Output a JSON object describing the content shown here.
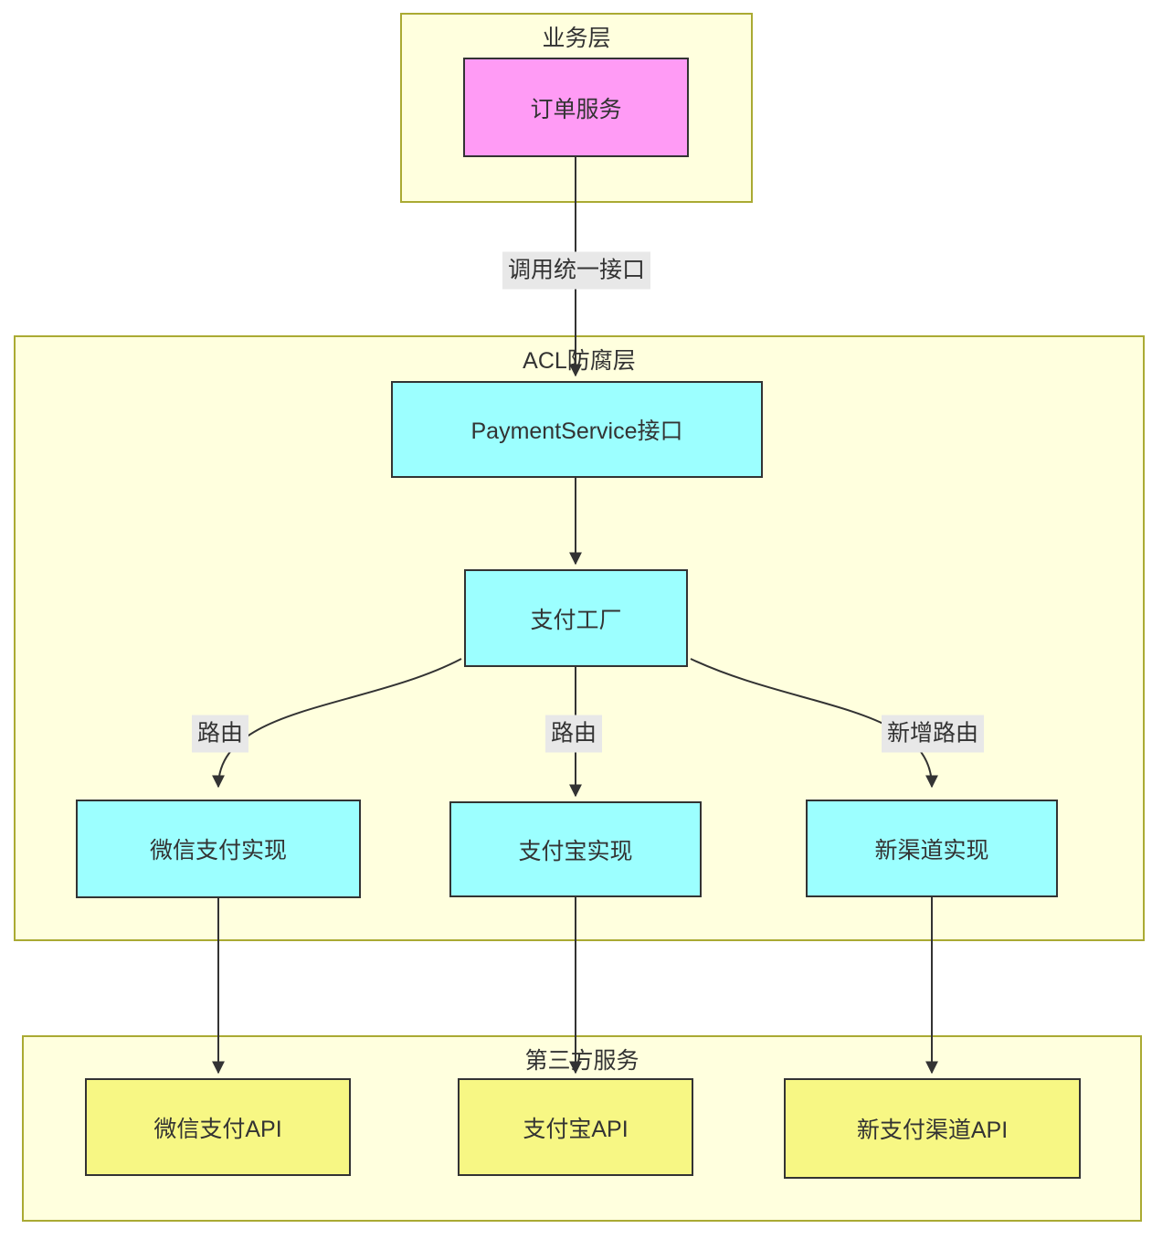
{
  "clusters": {
    "business": {
      "title": "业务层"
    },
    "acl": {
      "title": "ACL防腐层"
    },
    "third_party": {
      "title": "第三方服务"
    }
  },
  "nodes": {
    "order_service": {
      "label": "订单服务"
    },
    "payment_service": {
      "label": "PaymentService接口"
    },
    "payment_factory": {
      "label": "支付工厂"
    },
    "wechat_impl": {
      "label": "微信支付实现"
    },
    "alipay_impl": {
      "label": "支付宝实现"
    },
    "new_channel_impl": {
      "label": "新渠道实现"
    },
    "wechat_api": {
      "label": "微信支付API"
    },
    "alipay_api": {
      "label": "支付宝API"
    },
    "new_channel_api": {
      "label": "新支付渠道API"
    }
  },
  "edge_labels": {
    "unified_call": {
      "label": "调用统一接口"
    },
    "route_wechat": {
      "label": "路由"
    },
    "route_alipay": {
      "label": "路由"
    },
    "route_new": {
      "label": "新增路由"
    }
  },
  "colors": {
    "cluster_bg": "#ffffde",
    "cluster_border": "#aaaa33",
    "node_border": "#333333",
    "business_node_fill": "#ff9bf5",
    "acl_node_fill": "#9cffff",
    "api_node_fill": "#f7f784",
    "edge_label_bg": "#e8e8e8",
    "edge_line": "#333333",
    "text": "#333333"
  }
}
